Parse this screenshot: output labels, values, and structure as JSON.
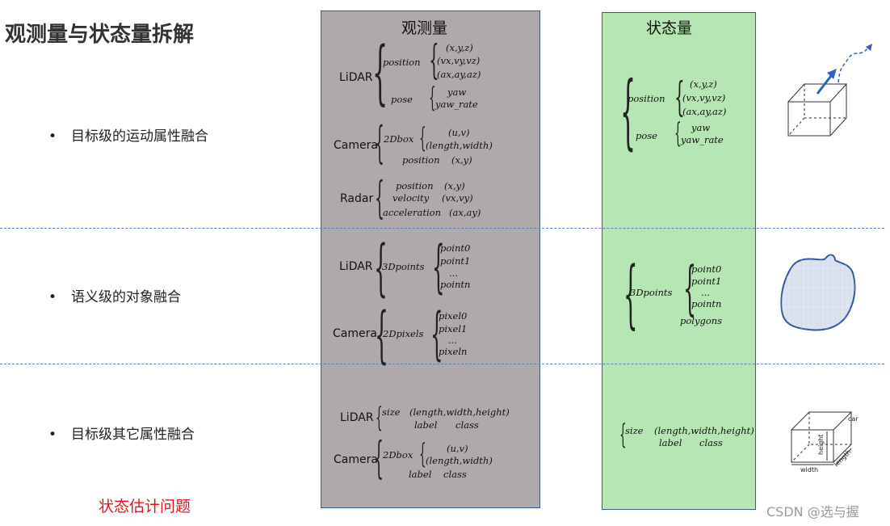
{
  "title": "观测量与状态量拆解",
  "bullets": [
    "目标级的运动属性融合",
    "语义级的对象融合",
    "目标级其它属性融合"
  ],
  "bottom_label": "状态估计问题",
  "columns": {
    "observation": "观测量",
    "state": "状态量"
  },
  "sensors": {
    "lidar": "LiDAR",
    "camera": "Camera",
    "radar": "Radar"
  },
  "terms": {
    "position": "position",
    "pose": "pose",
    "xyz": "(x,y,z)",
    "vxyz": "(vx,vy,vz)",
    "axyz": "(ax,ay,az)",
    "yaw": "yaw",
    "yaw_rate": "yaw_rate",
    "twodbox": "2Dbox",
    "uv": "(u,v)",
    "lw": "(length,width)",
    "xy": "(x,y)",
    "velocity": "velocity",
    "vxy": "(vx,vy)",
    "acceleration": "acceleration",
    "axy": "(ax,ay)",
    "threedpoints": "3Dpoints",
    "point0": "point0",
    "point1": "point1",
    "ellipsis": "...",
    "pointn": "pointn",
    "twodpixels": "2Dpixels",
    "pixel0": "pixel0",
    "pixel1": "pixel1",
    "pixeln": "pixeln",
    "polygons": "polygons",
    "size": "size",
    "lwh": "(length,width,height)",
    "label": "label",
    "class": "class"
  },
  "box_labels": {
    "car": "car",
    "height": "height",
    "width": "width",
    "length": "length"
  },
  "watermark": "CSDN @选与握",
  "colors": {
    "observation_bg": "#afaaa9",
    "state_bg": "#b6e6b3",
    "border": "#3c5a99",
    "highlight": "#e8141b",
    "blob_fill": "#dde3ef",
    "blob_stroke": "#2f55a4"
  }
}
